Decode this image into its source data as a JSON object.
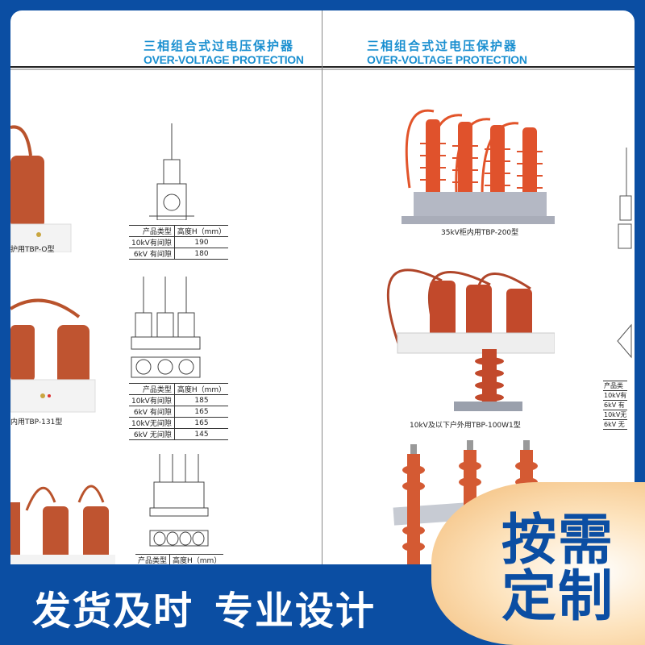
{
  "header": {
    "title_cn": "三相组合式过电压保护器",
    "title_en": "OVER-VOLTAGE PROTECTION"
  },
  "left_page": {
    "captions": [
      "护用TBP-O型",
      "内用TBP-131型"
    ],
    "table1": {
      "headers": [
        "产品类型",
        "高度H（mm）"
      ],
      "rows": [
        [
          "10kV有间隙",
          "190"
        ],
        [
          "6kV 有间隙",
          "180"
        ]
      ]
    },
    "table2": {
      "headers": [
        "产品类型",
        "高度H（mm）"
      ],
      "rows": [
        [
          "10kV有间隙",
          "185"
        ],
        [
          "6kV 有间隙",
          "165"
        ],
        [
          "10kV无间隙",
          "165"
        ],
        [
          "6kV 无间隙",
          "145"
        ]
      ]
    },
    "table3": {
      "headers": [
        "产品类型",
        "高度H（mm）"
      ]
    }
  },
  "right_page": {
    "captions": [
      "35kV柜内用TBP-200型",
      "10kV及以下户外用TBP-100W1型"
    ],
    "partial_table": {
      "rows": [
        "产品类",
        "10kV有",
        "6kV 有",
        "10kV无",
        "6kV 无"
      ]
    }
  },
  "banner": {
    "slogan_1": "发货及时",
    "slogan_2": "专业设计",
    "custom_1": "按需",
    "custom_2": "定制"
  },
  "colors": {
    "brand_blue": "#0b4ea3",
    "title_blue": "#1a8fd0",
    "arrester_red": "#c0502e"
  }
}
